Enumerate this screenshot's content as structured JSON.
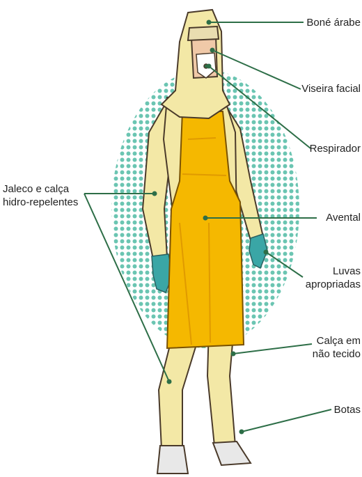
{
  "labels": {
    "bone_arabe": "Boné árabe",
    "viseira": "Viseira facial",
    "respirador": "Respirador",
    "jaleco_line1": "Jaleco e calça",
    "jaleco_line2": "hidro-repelentes",
    "avental": "Avental",
    "luvas_line1": "Luvas",
    "luvas_line2": "apropriadas",
    "calca_line1": "Calça em",
    "calca_line2": "não tecido",
    "botas": "Botas"
  },
  "colors": {
    "background": "#ffffff",
    "halftone": "#5bbfa9",
    "suit": "#f3e8a6",
    "suit_shadow": "#d9cc7e",
    "apron": "#f5b800",
    "apron_shadow": "#e09a00",
    "gloves": "#3aa6a6",
    "leader_lines": "#2d6e47",
    "boots": "#e8e8e8",
    "outline": "#4a3a2a"
  }
}
